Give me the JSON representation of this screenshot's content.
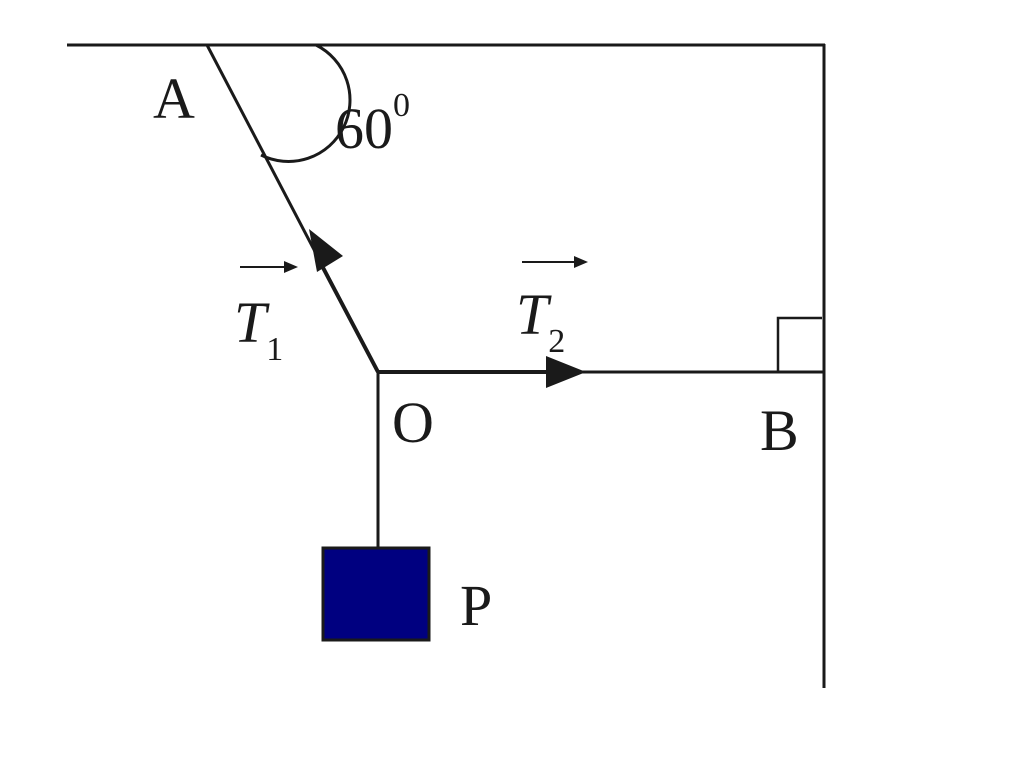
{
  "diagram": {
    "labels": {
      "point_a": "A",
      "point_o": "O",
      "point_b": "B",
      "weight": "P",
      "angle_value": "60",
      "angle_degree": "0",
      "tension_1_symbol": "T",
      "tension_1_sub": "1",
      "tension_2_symbol": "T",
      "tension_2_sub": "2"
    },
    "angle_degrees": 60,
    "colors": {
      "line": "#1a1a1a",
      "weight_fill": "#000080"
    }
  }
}
